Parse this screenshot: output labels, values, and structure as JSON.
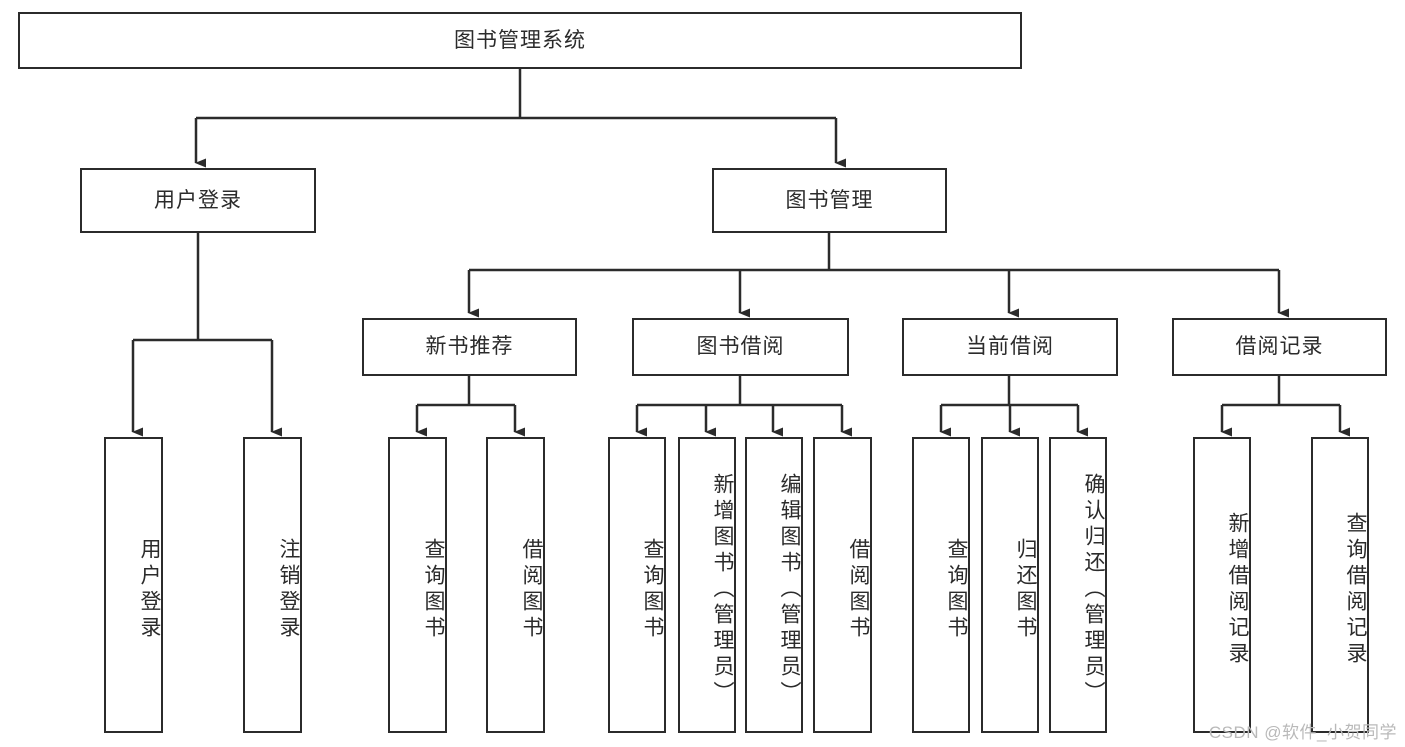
{
  "diagram": {
    "type": "tree-hierarchy",
    "title_node": "图书管理系统",
    "watermark": "CSDN @软件_小贺同学",
    "colors": {
      "stroke": "#2b2b2b",
      "fill": "#ffffff",
      "text": "#2b2b2b",
      "watermark": "#b9b9b9"
    },
    "nodes": {
      "root": {
        "label": "图书管理系统",
        "level": 1,
        "orientation": "horizontal"
      },
      "l2_user_login": {
        "label": "用户登录",
        "level": 2,
        "orientation": "horizontal"
      },
      "l2_book_manage": {
        "label": "图书管理",
        "level": 2,
        "orientation": "horizontal"
      },
      "l3_new_book_rec": {
        "label": "新书推荐",
        "level": 3,
        "orientation": "horizontal"
      },
      "l3_book_borrow": {
        "label": "图书借阅",
        "level": 3,
        "orientation": "horizontal"
      },
      "l3_current_borrow": {
        "label": "当前借阅",
        "level": 3,
        "orientation": "horizontal"
      },
      "l3_borrow_record": {
        "label": "借阅记录",
        "level": 3,
        "orientation": "horizontal"
      },
      "leaf_user_login": {
        "label": "用户登录",
        "level": 3,
        "orientation": "vertical"
      },
      "leaf_logout_login": {
        "label": "注销登录",
        "level": 3,
        "orientation": "vertical"
      },
      "leaf_query_book_1": {
        "label": "查询图书",
        "level": 4,
        "orientation": "vertical"
      },
      "leaf_borrow_book_1": {
        "label": "借阅图书",
        "level": 4,
        "orientation": "vertical"
      },
      "leaf_query_book_2": {
        "label": "查询图书",
        "level": 4,
        "orientation": "vertical"
      },
      "leaf_add_book_admin": {
        "label": "新增图书（管理员）",
        "level": 4,
        "orientation": "vertical"
      },
      "leaf_edit_book_admin": {
        "label": "编辑图书（管理员）",
        "level": 4,
        "orientation": "vertical"
      },
      "leaf_borrow_book_2": {
        "label": "借阅图书",
        "level": 4,
        "orientation": "vertical"
      },
      "leaf_query_book_3": {
        "label": "查询图书",
        "level": 4,
        "orientation": "vertical"
      },
      "leaf_return_book": {
        "label": "归还图书",
        "level": 4,
        "orientation": "vertical"
      },
      "leaf_confirm_return_admin": {
        "label": "确认归还（管理员）",
        "level": 4,
        "orientation": "vertical"
      },
      "leaf_add_borrow_record": {
        "label": "新增借阅记录",
        "level": 4,
        "orientation": "vertical"
      },
      "leaf_query_borrow_record": {
        "label": "查询借阅记录",
        "level": 4,
        "orientation": "vertical"
      }
    },
    "edges": [
      {
        "from": "root",
        "to": "l2_user_login"
      },
      {
        "from": "root",
        "to": "l2_book_manage"
      },
      {
        "from": "l2_user_login",
        "to": "leaf_user_login"
      },
      {
        "from": "l2_user_login",
        "to": "leaf_logout_login"
      },
      {
        "from": "l2_book_manage",
        "to": "l3_new_book_rec"
      },
      {
        "from": "l2_book_manage",
        "to": "l3_book_borrow"
      },
      {
        "from": "l2_book_manage",
        "to": "l3_current_borrow"
      },
      {
        "from": "l2_book_manage",
        "to": "l3_borrow_record"
      },
      {
        "from": "l3_new_book_rec",
        "to": "leaf_query_book_1"
      },
      {
        "from": "l3_new_book_rec",
        "to": "leaf_borrow_book_1"
      },
      {
        "from": "l3_book_borrow",
        "to": "leaf_query_book_2"
      },
      {
        "from": "l3_book_borrow",
        "to": "leaf_add_book_admin"
      },
      {
        "from": "l3_book_borrow",
        "to": "leaf_edit_book_admin"
      },
      {
        "from": "l3_book_borrow",
        "to": "leaf_borrow_book_2"
      },
      {
        "from": "l3_current_borrow",
        "to": "leaf_query_book_3"
      },
      {
        "from": "l3_current_borrow",
        "to": "leaf_return_book"
      },
      {
        "from": "l3_current_borrow",
        "to": "leaf_confirm_return_admin"
      },
      {
        "from": "l3_borrow_record",
        "to": "leaf_add_borrow_record"
      },
      {
        "from": "l3_borrow_record",
        "to": "leaf_query_borrow_record"
      }
    ]
  }
}
